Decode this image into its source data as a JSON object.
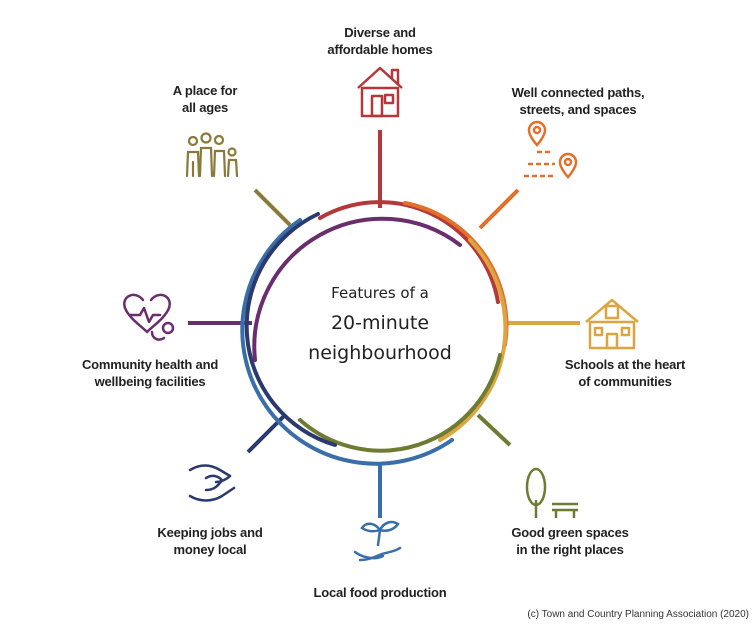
{
  "center": {
    "line1": "Features of a",
    "line2": "20-minute",
    "line3": "neighbourhood"
  },
  "features": [
    {
      "label": "Diverse and\naffordable homes",
      "icon": "house-icon",
      "color": "#b5373a"
    },
    {
      "label": "Well connected paths,\nstreets, and spaces",
      "icon": "map-pins-icon",
      "color": "#e0702a"
    },
    {
      "label": "Schools at the heart\nof communities",
      "icon": "school-icon",
      "color": "#dda53f"
    },
    {
      "label": "Good green spaces\nin the right places",
      "icon": "tree-bench-icon",
      "color": "#6e7b33"
    },
    {
      "label": "Local food production",
      "icon": "seedling-hand-icon",
      "color": "#3a6ea8"
    },
    {
      "label": "Keeping jobs and\nmoney local",
      "icon": "handshake-icon",
      "color": "#2b3a6e"
    },
    {
      "label": "Community health and\nwellbeing facilities",
      "icon": "stethoscope-heart-icon",
      "color": "#6a2e6e"
    },
    {
      "label": "A place for\nall ages",
      "icon": "family-icon",
      "color": "#8a7a3a"
    }
  ],
  "credit": "(c) Town and Country Planning Association (2020)"
}
